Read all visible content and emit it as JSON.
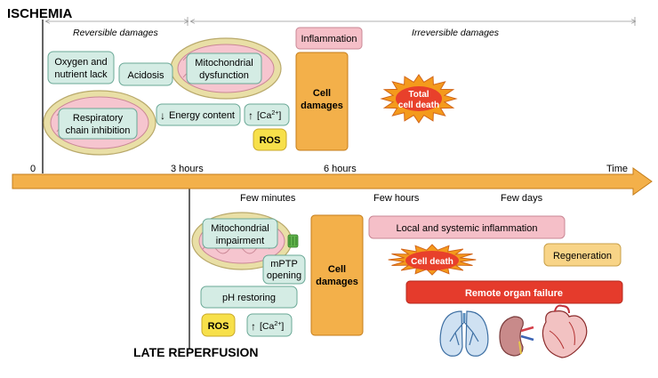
{
  "headers": {
    "ischemia": "ISCHEMIA",
    "late_reperfusion": "LATE REPERFUSION"
  },
  "timeline": {
    "zero": "0",
    "three_hours": "3 hours",
    "six_hours": "6 hours",
    "time": "Time",
    "few_minutes": "Few minutes",
    "few_hours": "Few hours",
    "few_days": "Few days"
  },
  "phases": {
    "reversible": "Reversible damages",
    "irreversible": "Irreversible damages"
  },
  "ischemia_boxes": {
    "oxygen_line1": "Oxygen and",
    "oxygen_line2": "nutrient lack",
    "acidosis": "Acidosis",
    "mito_dys_line1": "Mitochondrial",
    "mito_dys_line2": "dysfunction",
    "resp_line1": "Respiratory",
    "resp_line2": "chain inhibition",
    "energy": "Energy content",
    "energy_arrow": "↓",
    "calcium_arrow": "↑",
    "calcium": "[Ca",
    "calcium_sup": "2+",
    "calcium_close": "]",
    "ros": "ROS",
    "inflammation": "Inflammation",
    "cell_damages_line1": "Cell",
    "cell_damages_line2": "damages",
    "total_death_line1": "Total",
    "total_death_line2": "cell death"
  },
  "reperfusion_boxes": {
    "mito_imp_line1": "Mitochondrial",
    "mito_imp_line2": "impairment",
    "mptp_line1": "mPTP",
    "mptp_line2": "opening",
    "ph": "pH restoring",
    "ros": "ROS",
    "calcium_arrow": "↑",
    "calcium": "[Ca",
    "calcium_sup": "2+",
    "calcium_close": "]",
    "cell_damages_line1": "Cell",
    "cell_damages_line2": "damages",
    "local_systemic": "Local and systemic inflammation",
    "cell_death": "Cell death",
    "regeneration": "Regeneration",
    "remote_failure": "Remote organ failure"
  },
  "colors": {
    "mint_fill": "#d4ece4",
    "mint_stroke": "#6aa896",
    "orange": "#f3b04a",
    "orange_stroke": "#c47d1a",
    "pink": "#f5bfc8",
    "pink_stroke": "#c98795",
    "yellow": "#f7e04a",
    "red": "#e53b2c",
    "burst": "#f49a1c",
    "burst_core": "#e8402b",
    "mito_outer": "#e9dfa6",
    "mito_inner": "#f6c5cf",
    "mito_stroke": "#b9a96b",
    "timeline_fill": "#f3b04a",
    "regeneration_fill": "#f8d487"
  },
  "icons": [
    "lungs-icon",
    "kidney-icon",
    "heart-icon"
  ]
}
